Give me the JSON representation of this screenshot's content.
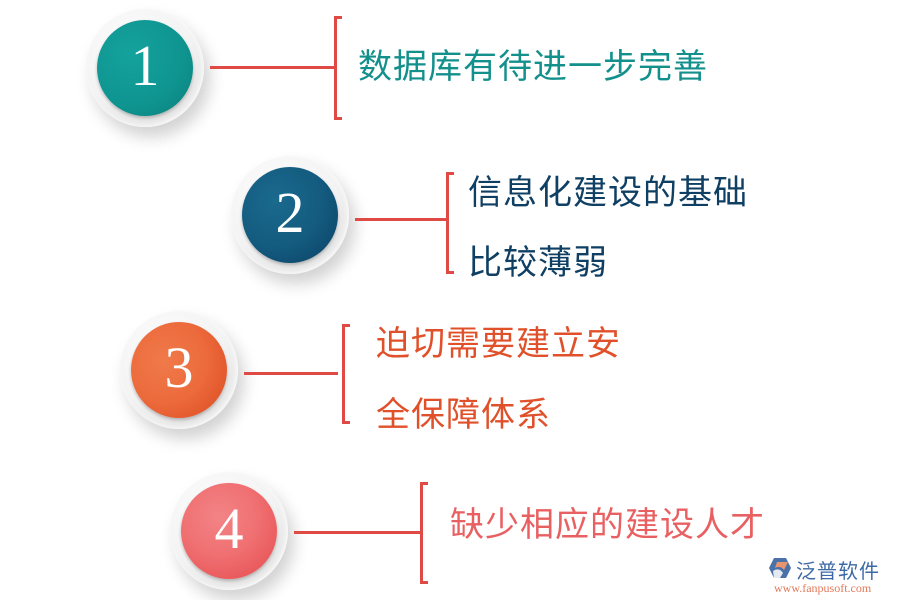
{
  "diagram": {
    "items": [
      {
        "number": "1",
        "lines": [
          "数据库有待进一步完善"
        ],
        "disc_color": "#0f9490",
        "disc_color_dark": "#0b7c79",
        "text_color": "#13908c"
      },
      {
        "number": "2",
        "lines": [
          "信息化建设的基础",
          "比较薄弱"
        ],
        "disc_color": "#135a7e",
        "disc_color_dark": "#0b3f63",
        "text_color": "#0f3f63"
      },
      {
        "number": "3",
        "lines": [
          "迫切需要建立安",
          "全保障体系"
        ],
        "disc_color": "#ec6a3c",
        "disc_color_dark": "#d9481d",
        "text_color": "#e0502a"
      },
      {
        "number": "4",
        "lines": [
          "缺少相应的建设人才"
        ],
        "disc_color": "#f07072",
        "disc_color_dark": "#e44a4c",
        "text_color": "#e96062"
      }
    ],
    "connector_color": "#e04a45"
  },
  "watermark": {
    "brand": "泛普软件",
    "url": "www.fanpusoft.com"
  }
}
